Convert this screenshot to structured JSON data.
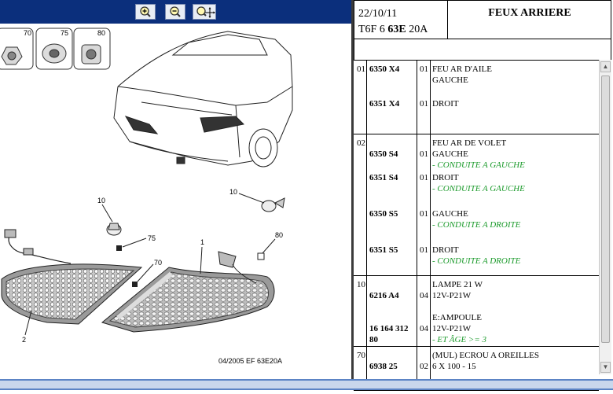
{
  "toolbar": {
    "zoom_in_icon": "zoom-in-icon",
    "zoom_out_icon": "zoom-out-icon",
    "pan_zoom_icon": "pan-zoom-icon"
  },
  "drawing": {
    "thumbs": [
      {
        "label": "70"
      },
      {
        "label": "75"
      },
      {
        "label": "80"
      }
    ],
    "callouts": {
      "c10a": "10",
      "c10b": "10",
      "c75": "75",
      "c70": "70",
      "c1": "1",
      "c80": "80",
      "c2": "2"
    },
    "footer": "04/2005   EF 63E20A"
  },
  "header": {
    "date": "22/10/11",
    "code_prefix": "T6F 6 ",
    "code_bold": "63E",
    "code_suffix": " 20A",
    "title": "FEUX ARRIERE"
  },
  "rows": [
    {
      "group": "01",
      "lines": [
        {
          "ref": "6350 X4",
          "qty": "01",
          "desc": "FEU AR D'AILE"
        },
        {
          "ref": "",
          "qty": "",
          "desc": "GAUCHE"
        },
        {
          "ref": "",
          "qty": "",
          "desc": ""
        },
        {
          "ref": "6351 X4",
          "qty": "01",
          "desc": "DROIT"
        }
      ]
    },
    {
      "group": "02",
      "lines": [
        {
          "ref": "",
          "qty": "",
          "desc": "FEU AR DE VOLET"
        },
        {
          "ref": "6350 S4",
          "qty": "01",
          "desc": "GAUCHE"
        },
        {
          "ref": "",
          "qty": "",
          "desc": "- CONDUITE A GAUCHE",
          "note": true
        },
        {
          "ref": "6351 S4",
          "qty": "01",
          "desc": "DROIT"
        },
        {
          "ref": "",
          "qty": "",
          "desc": "- CONDUITE A GAUCHE",
          "note": true
        },
        {
          "ref": "6350 S5",
          "qty": "01",
          "desc": "GAUCHE"
        },
        {
          "ref": "",
          "qty": "",
          "desc": "- CONDUITE A DROITE",
          "note": true
        },
        {
          "ref": "6351 S5",
          "qty": "01",
          "desc": "DROIT"
        },
        {
          "ref": "",
          "qty": "",
          "desc": "- CONDUITE A DROITE",
          "note": true
        }
      ]
    },
    {
      "group": "10",
      "lines": [
        {
          "ref": "",
          "qty": "",
          "desc": "LAMPE 21 W"
        },
        {
          "ref": "6216 A4",
          "qty": "04",
          "desc": "12V-P21W"
        },
        {
          "ref": "",
          "qty": "",
          "desc": "E:AMPOULE"
        },
        {
          "ref": "16 164 312",
          "qty": "04",
          "desc": "12V-P21W"
        },
        {
          "ref": "80",
          "qty": "",
          "desc": "- ET ÂGE >= 3",
          "note": true
        }
      ]
    },
    {
      "group": "70",
      "lines": [
        {
          "ref": "",
          "qty": "",
          "desc": "(MUL) ECROU A OREILLES"
        },
        {
          "ref": "6938 25",
          "qty": "02",
          "desc": "6 X 100 - 15"
        }
      ]
    }
  ]
}
